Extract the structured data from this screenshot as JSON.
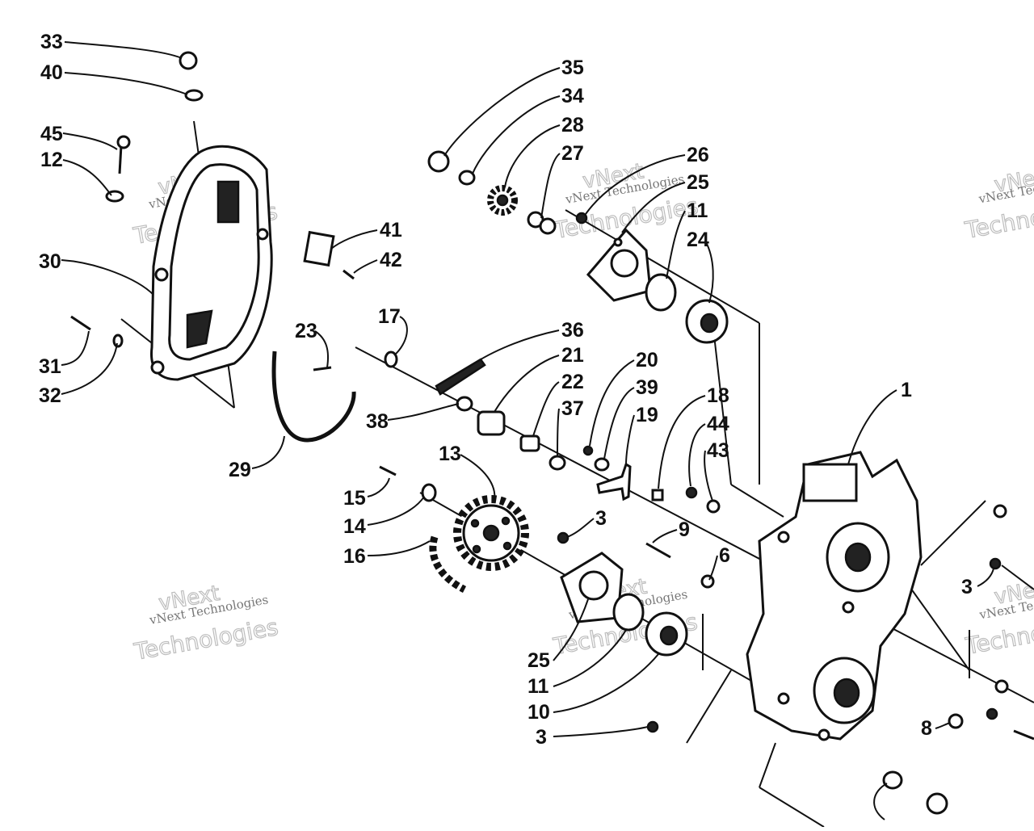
{
  "watermark": {
    "line1": "vNext",
    "line2": "vNext Technologies",
    "line3": "Technologies"
  },
  "callouts": [
    "33",
    "40",
    "45",
    "12",
    "30",
    "31",
    "32",
    "35",
    "34",
    "28",
    "27",
    "26",
    "25",
    "11",
    "24",
    "41",
    "42",
    "23",
    "17",
    "29",
    "36",
    "38",
    "21",
    "22",
    "37",
    "20",
    "39",
    "19",
    "18",
    "44",
    "43",
    "1",
    "13",
    "15",
    "14",
    "16",
    "3",
    "9",
    "6",
    "25",
    "11",
    "10",
    "3",
    "3",
    "8"
  ]
}
